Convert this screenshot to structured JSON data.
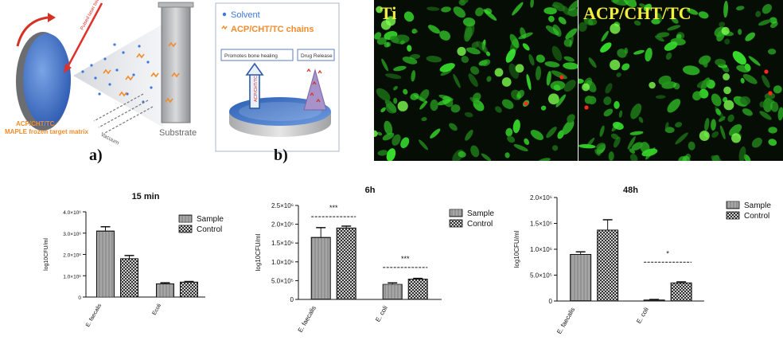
{
  "figure_a": {
    "label": "a)",
    "laser_label": "Pulsed laser beam",
    "target_label_line1": "ACP/CHT/TC",
    "target_label_line2": "MAPLE frozen target matrix",
    "vacuum_label": "Vacuum",
    "substrate_label": "Substrate",
    "colors": {
      "target": "#4f7fd2",
      "orange": "#f08c2c",
      "laser": "#e0302a"
    }
  },
  "figure_b": {
    "label": "b)",
    "legend_solvent": "Solvent",
    "legend_chains": "ACP/CHT/TC chains",
    "box_left": "Promotes bone healing",
    "box_right": "Drug Release",
    "arrow_text": "ACP/CHT/TC"
  },
  "micrographs": [
    {
      "title": "Ti"
    },
    {
      "title": "ACP/CHT/TC"
    }
  ],
  "chart_data": [
    {
      "type": "bar",
      "title": "15 min",
      "ylabel": "log10CFU/ml",
      "categories": [
        "E. faecalis",
        "Ecoli"
      ],
      "ylim": [
        0,
        4000000
      ],
      "yticks": [
        "0",
        "1.0×10⁶",
        "2.0×10⁶",
        "3.0×10⁶",
        "4.0×10⁶"
      ],
      "series": [
        {
          "name": "Sample",
          "values": [
            3100000,
            620000
          ],
          "errors": [
            200000,
            50000
          ]
        },
        {
          "name": "Control",
          "values": [
            1800000,
            700000
          ],
          "errors": [
            150000,
            30000
          ]
        }
      ],
      "significance": []
    },
    {
      "type": "bar",
      "title": "6h",
      "ylabel": "log10CFU/ml",
      "categories": [
        "E. faecalis",
        "E. coli"
      ],
      "ylim": [
        0,
        2500000
      ],
      "yticks": [
        "0",
        "5.0×10⁵",
        "1.0×10⁶",
        "1.5×10⁶",
        "2.0×10⁶",
        "2.5×10⁶"
      ],
      "series": [
        {
          "name": "Sample",
          "values": [
            1650000,
            400000
          ],
          "errors": [
            260000,
            40000
          ]
        },
        {
          "name": "Control",
          "values": [
            1900000,
            540000
          ],
          "errors": [
            50000,
            20000
          ]
        }
      ],
      "significance": [
        {
          "category": 0,
          "label": "***",
          "y": 2200000
        },
        {
          "category": 1,
          "label": "***",
          "y": 850000
        }
      ]
    },
    {
      "type": "bar",
      "title": "48h",
      "ylabel": "log10CFU/ml",
      "categories": [
        "E. faecalis",
        "E. coli"
      ],
      "ylim": [
        0,
        2000000
      ],
      "yticks": [
        "0",
        "5.0×10⁵",
        "1.0×10⁶",
        "1.5×10⁶",
        "2.0×10⁶"
      ],
      "series": [
        {
          "name": "Sample",
          "values": [
            900000,
            20000
          ],
          "errors": [
            50000,
            10000
          ]
        },
        {
          "name": "Control",
          "values": [
            1370000,
            350000
          ],
          "errors": [
            200000,
            20000
          ]
        }
      ],
      "significance": [
        {
          "category": 1,
          "label": "*",
          "y": 750000
        }
      ]
    }
  ]
}
